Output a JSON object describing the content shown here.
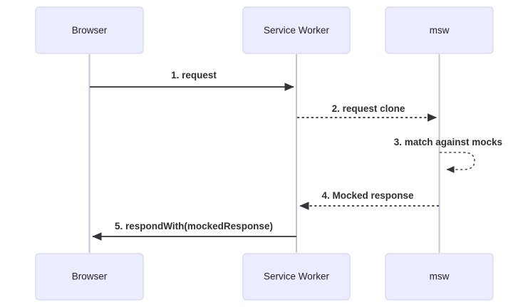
{
  "diagram": {
    "type": "sequence-diagram",
    "background_color": "#ffffff",
    "actor_fill_color": "#ECECFF",
    "actor_border_color": "#D6D6F5",
    "lifeline_color": "#C5C5DC",
    "message_color": "#4a4a52",
    "label_color": "#2f2f33",
    "participants": [
      {
        "id": "browser",
        "label": "Browser"
      },
      {
        "id": "service-worker",
        "label": "Service Worker"
      },
      {
        "id": "msw",
        "label": "msw"
      }
    ],
    "messages": [
      {
        "index": "1",
        "label": "1. request",
        "from": "browser",
        "to": "service-worker",
        "style": "solid",
        "direction": "right"
      },
      {
        "index": "2",
        "label": "2. request clone",
        "from": "service-worker",
        "to": "msw",
        "style": "dashed",
        "direction": "right"
      },
      {
        "index": "3",
        "label": "3. match against mocks",
        "from": "msw",
        "to": "msw",
        "style": "dashed",
        "direction": "self-loop"
      },
      {
        "index": "4",
        "label": "4. Mocked response",
        "from": "msw",
        "to": "service-worker",
        "style": "dashed",
        "direction": "left"
      },
      {
        "index": "5",
        "label": "5. respondWith(mockedResponse)",
        "from": "service-worker",
        "to": "browser",
        "style": "solid",
        "direction": "left"
      }
    ]
  }
}
